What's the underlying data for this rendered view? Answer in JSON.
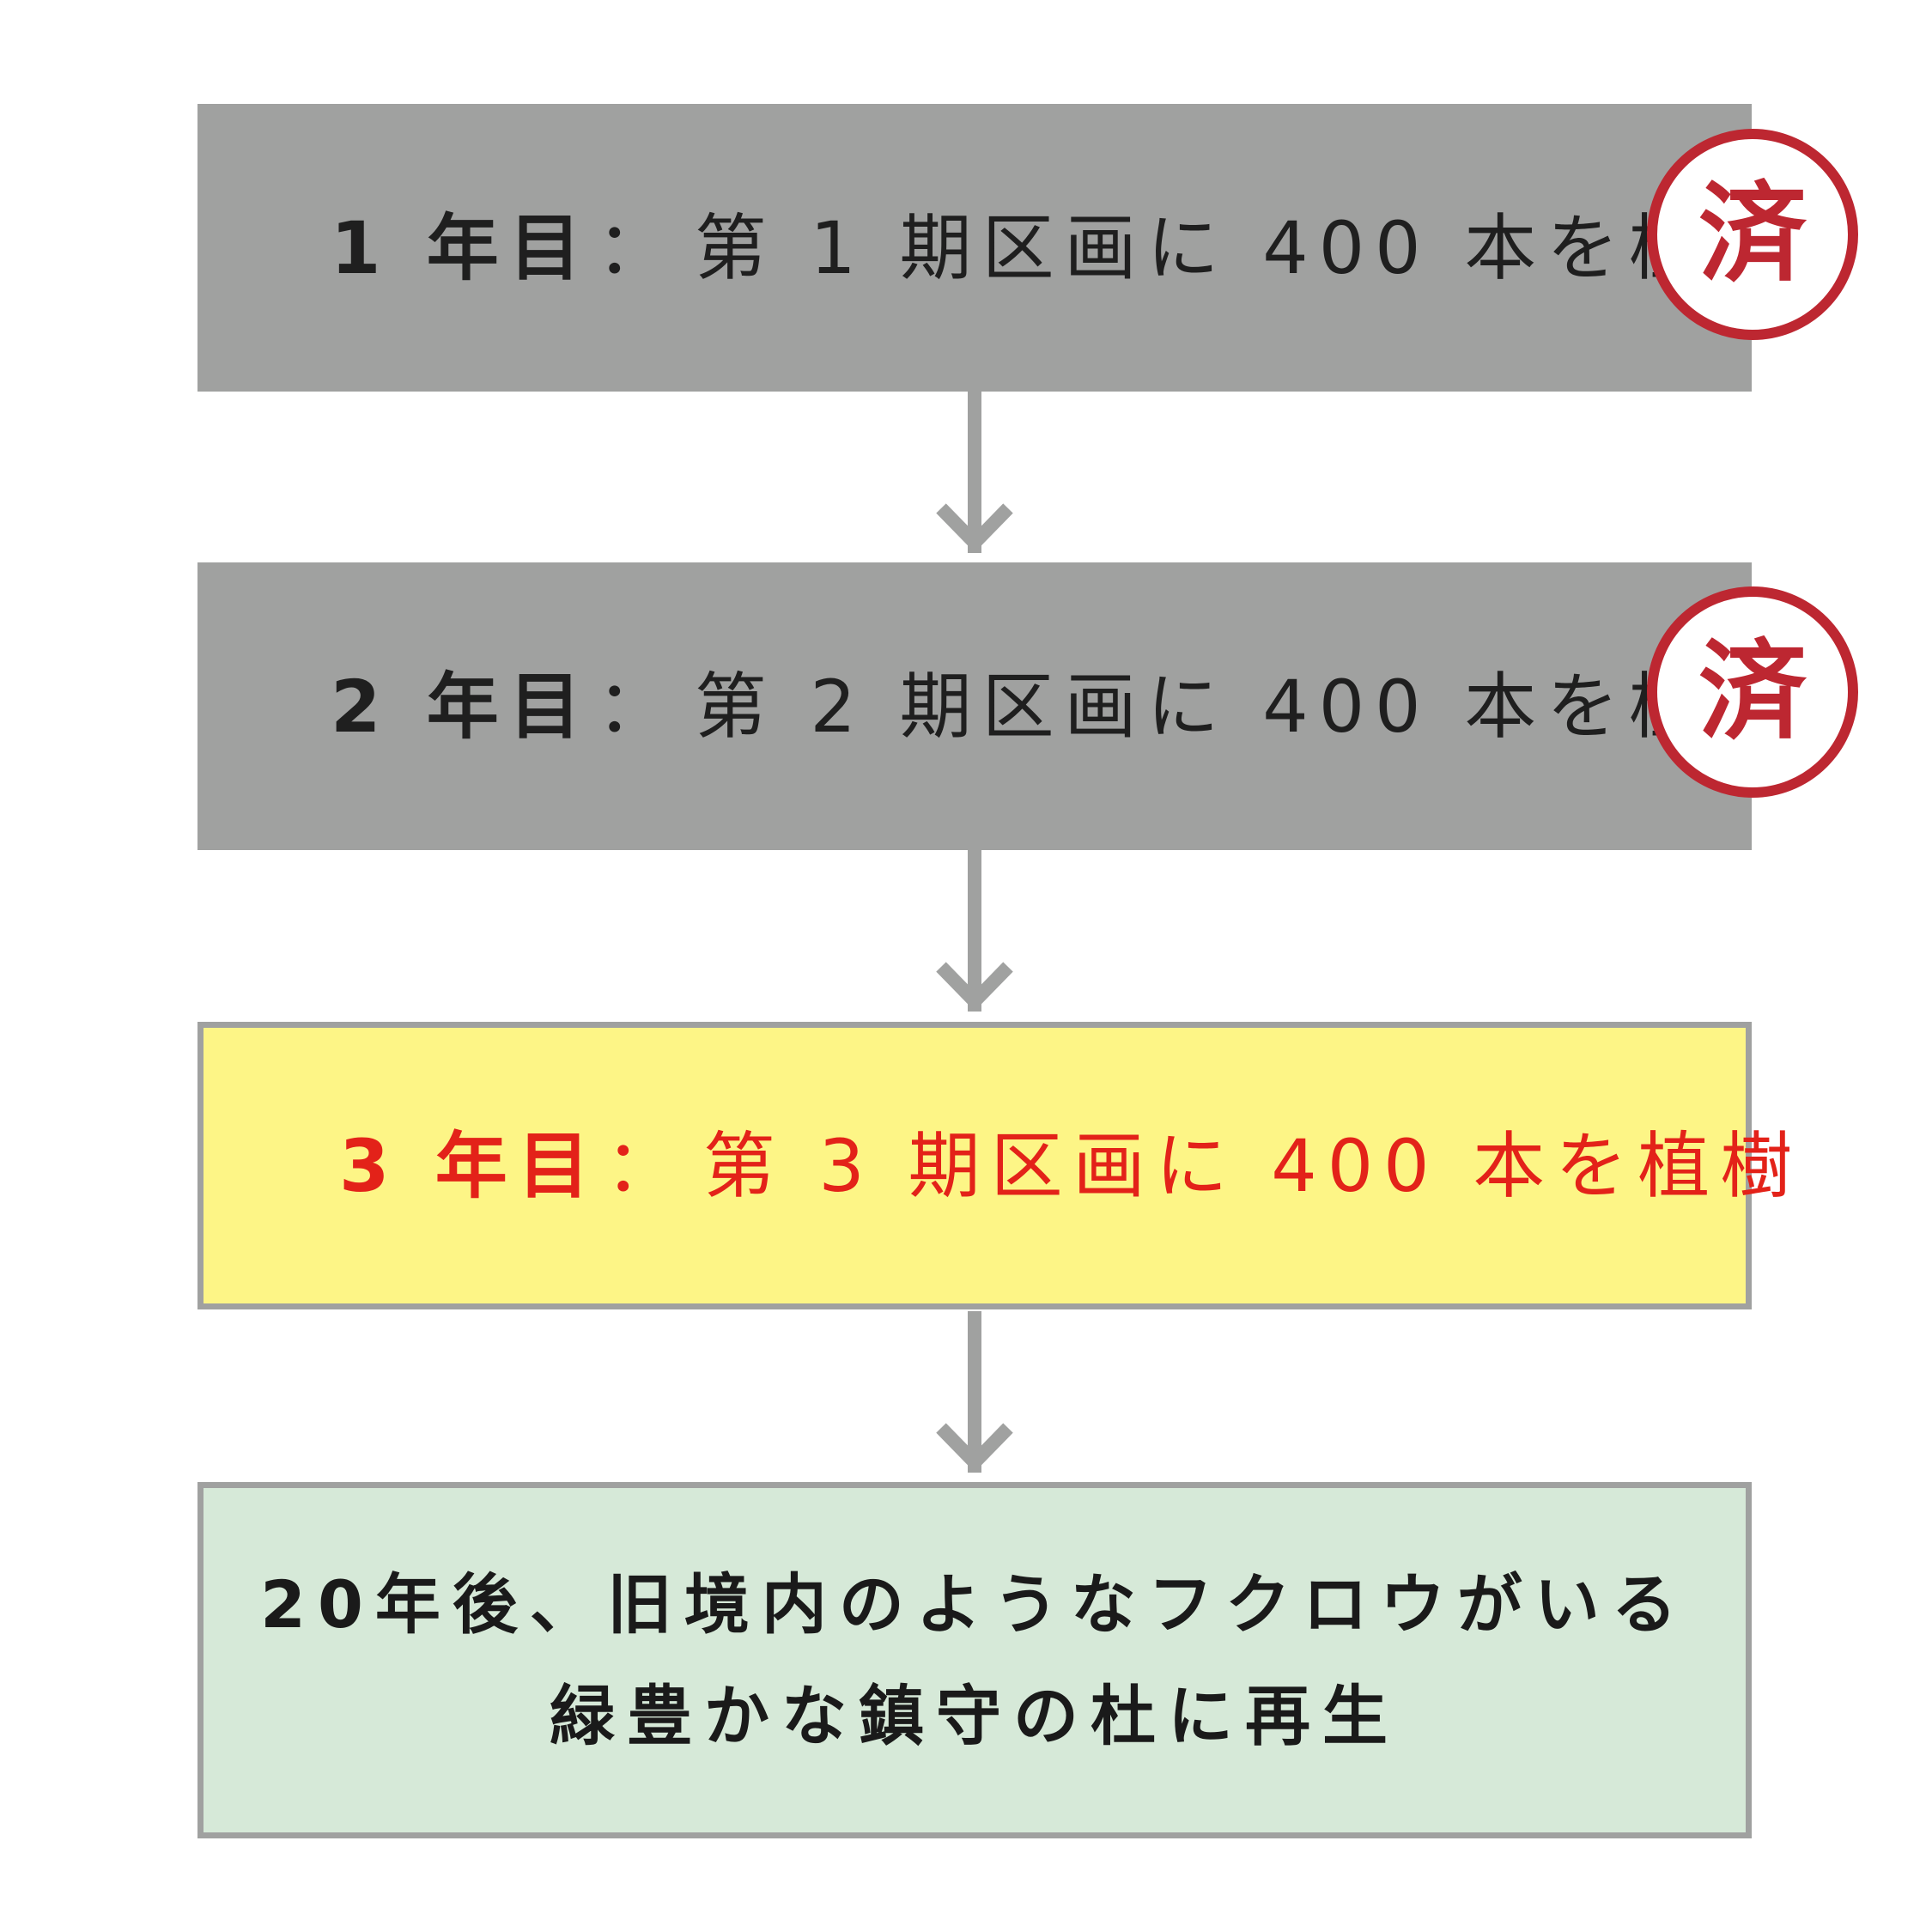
{
  "steps": [
    {
      "year": "1 年目",
      "separator": "：",
      "description": "第 1 期区画に 400 本を植樹",
      "status": "済"
    },
    {
      "year": "2 年目",
      "separator": "：",
      "description": "第 2 期区画に 400 本を植樹",
      "status": "済"
    },
    {
      "year": "3 年目",
      "separator": "：",
      "description": "第 3 期区画に 400 本を植樹"
    }
  ],
  "outcome": {
    "line1": "20年後、旧境内のようなフクロウがいる",
    "line2": "緑豊かな鎮守の杜に再生"
  },
  "colors": {
    "done_fill": "#a0a1a0",
    "current_fill": "#fdf586",
    "current_text": "#e32219",
    "outcome_fill": "#d6e9d8",
    "stamp": "#bd2731",
    "connector": "#a0a1a0"
  }
}
